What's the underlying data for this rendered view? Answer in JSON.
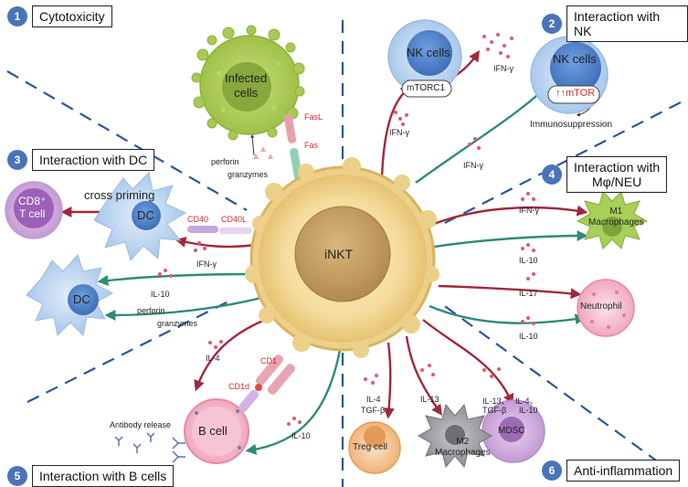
{
  "sections": [
    {
      "num": "1",
      "title": "Cytotoxicity"
    },
    {
      "num": "2",
      "title": "Interaction with NK"
    },
    {
      "num": "3",
      "title": "Interaction with DC"
    },
    {
      "num": "4",
      "title": "Interaction with Mφ/NEU",
      "line1": "Interaction with",
      "line2": "Mφ/NEU"
    },
    {
      "num": "5",
      "title": "Interaction with B cells"
    },
    {
      "num": "6",
      "title": "Anti-inflammation"
    }
  ],
  "cells": {
    "inkt": "iNKT",
    "infected_line1": "Infected",
    "infected_line2": "cells",
    "nk1": "NK cells",
    "nk2": "NK cells",
    "mtorc1": "mTORC1",
    "mtor": "↑↑mTOR",
    "cd8_line1": "CD8⁺",
    "cd8_line2": "T cell",
    "dc1": "DC",
    "dc2": "DC",
    "m1_line1": "M1",
    "m1_line2": "Macrophages",
    "neutrophil": "Neutrophil",
    "b_cell": "B cell",
    "treg": "Treg cell",
    "m2_line1": "M2",
    "m2_line2": "Macrophages",
    "mdsc": "MDSC"
  },
  "labels": {
    "fasl": "FasL",
    "fas": "Fas",
    "perforin_top": "perforin",
    "granzymes_top": "granzymes",
    "ifn_nk_left": "IFN-γ",
    "ifn_nk_top": "IFN-γ",
    "ifn_nk_mid": "IFN-γ",
    "immunosuppression": "Immunosuppression",
    "cross_priming": "cross priming",
    "cd40": "CD40",
    "cd40l": "CD40L",
    "ifn_dc": "IFN-γ",
    "il10_dc": "IL-10",
    "perforin_dc": "perforin",
    "granzymes_dc": "granzymes",
    "ifn_m1": "IFN-γ",
    "il10_m1": "IL-10",
    "il17": "IL-17",
    "il10_neu": "IL-10",
    "il4_b": "IL-4",
    "cd1": "CD1",
    "cd1d": "CD1d",
    "antibody_release": "Antibody release",
    "il10_b": "IL-10",
    "il4_treg": "IL-4",
    "tgfb_treg": "TGF-β",
    "il13_m2": "IL-13",
    "il13_mdsc": "IL-13、",
    "il4_mdsc": "IL-4、",
    "tgfb_mdsc": "TGF-β",
    "il10_mdsc": "IL-10"
  },
  "colors": {
    "red_arrow": "#a3283c",
    "teal_arrow": "#2e8b7a",
    "dash": "#2d5597",
    "badge": "#4a74b8",
    "label_red": "#d42a2a"
  }
}
